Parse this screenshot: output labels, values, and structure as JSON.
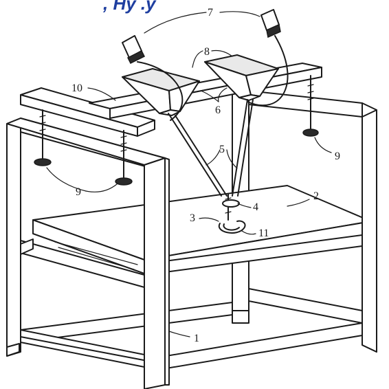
{
  "caption_fragment": ", Hy  .y",
  "labels": [
    "1",
    "2",
    "3",
    "4",
    "5",
    "6",
    "7",
    "8",
    "9",
    "9",
    "10",
    "11"
  ],
  "colors": {
    "ink": "#1a1a1a",
    "caption": "#1f3fa0",
    "background": "#ffffff"
  }
}
